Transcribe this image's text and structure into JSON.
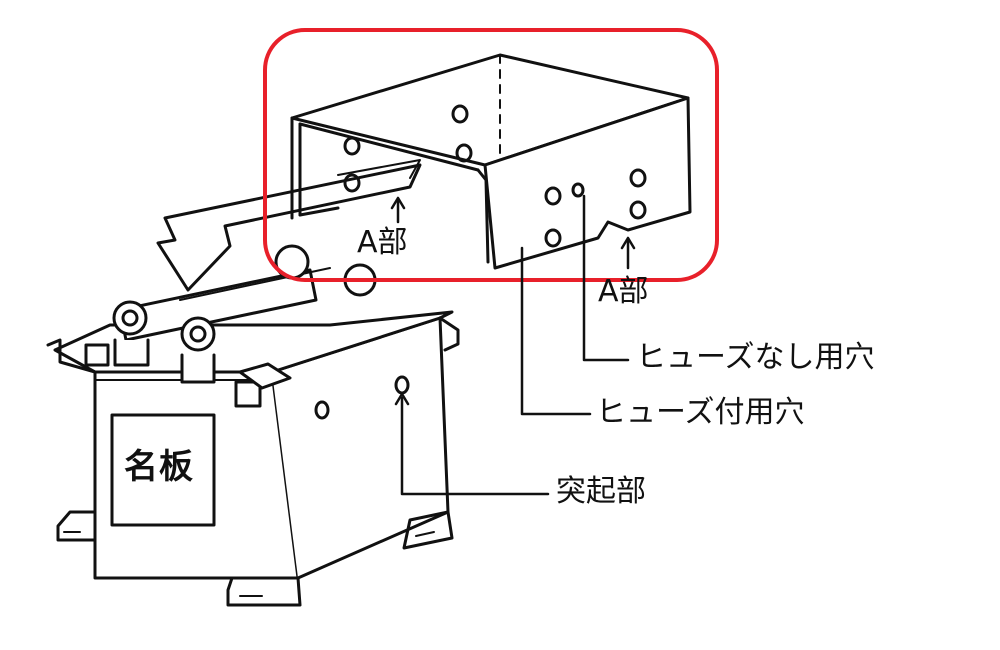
{
  "labels": {
    "a_part_left": "A部",
    "a_part_right": "A部",
    "no_fuse_hole": "ヒューズなし用穴",
    "with_fuse_hole": "ヒューズ付用穴",
    "protrusion": "突起部",
    "nameplate": "名板"
  },
  "colors": {
    "line": "#111111",
    "highlight": "#e8202a",
    "background": "#ffffff"
  }
}
